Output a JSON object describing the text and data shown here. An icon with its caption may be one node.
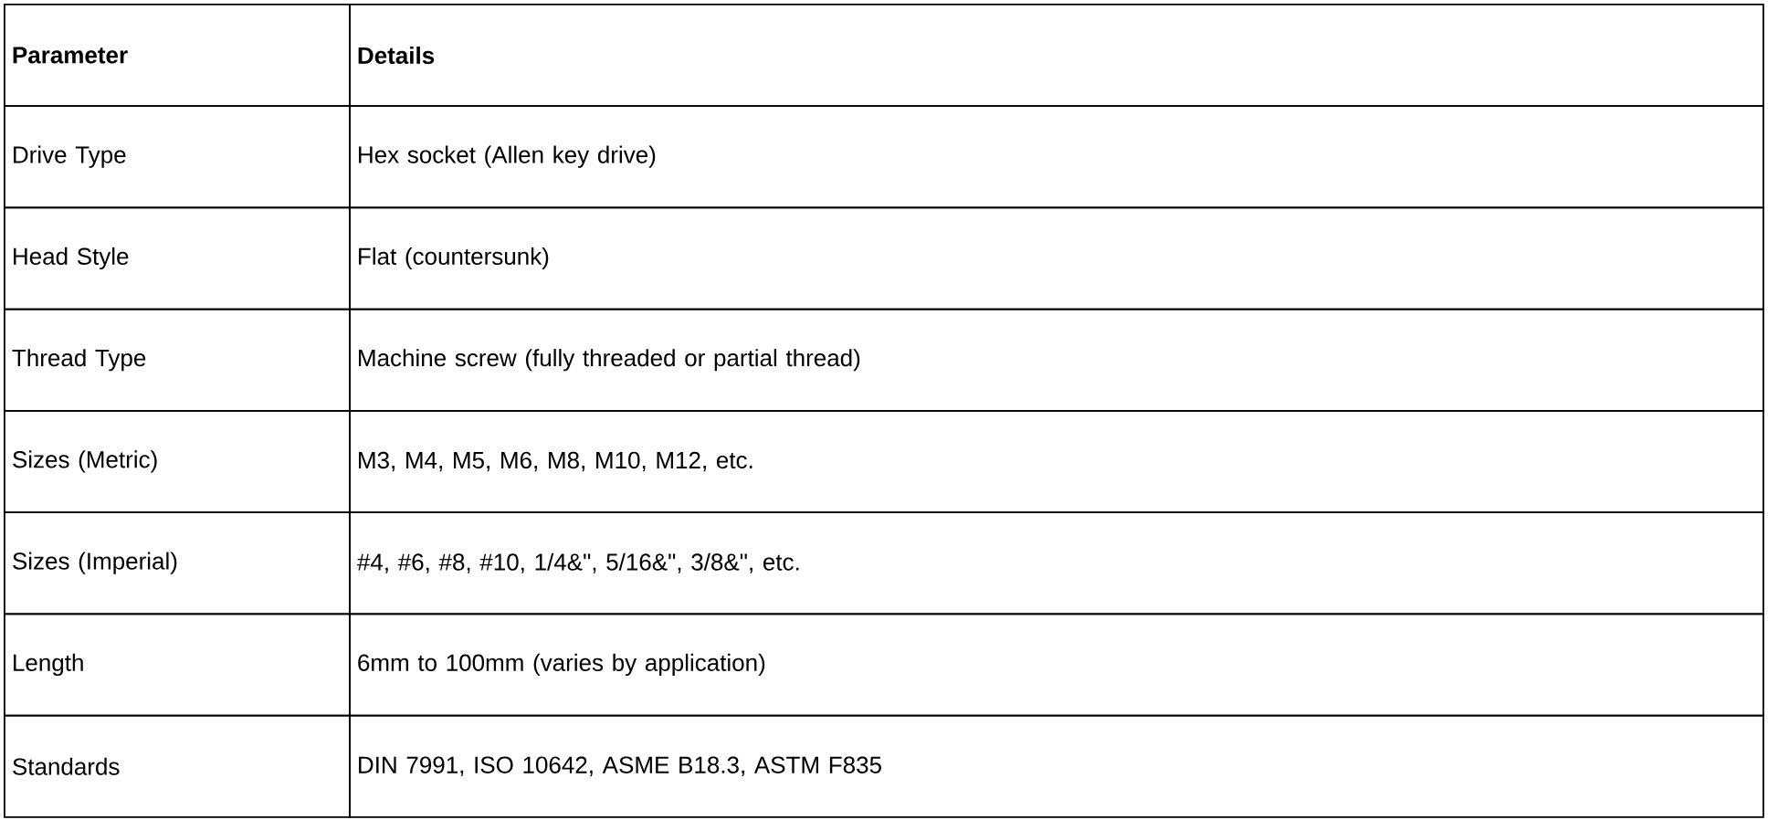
{
  "diagram": {
    "labels": [
      "Parameter",
      "Details",
      "Drive Type",
      "Hex socket (Allen key drive)",
      "Head Style",
      "Flat (countersunk)",
      "Thread Type",
      "Machine screw (fully threaded or partial thread)",
      "Sizes (Metric)",
      "M3, M4, M5, M6, M8, M10, M12, etc.",
      "Sizes (Imperial)",
      "#4, #6, #8, #10, 1/4&\", 5/16&\", 3/8&\", etc.",
      "Length",
      "6mm to 100mm (varies by application)",
      "Standards",
      "DIN 7991, ISO 10642, ASME B18.3, ASTM F835"
    ]
  }
}
